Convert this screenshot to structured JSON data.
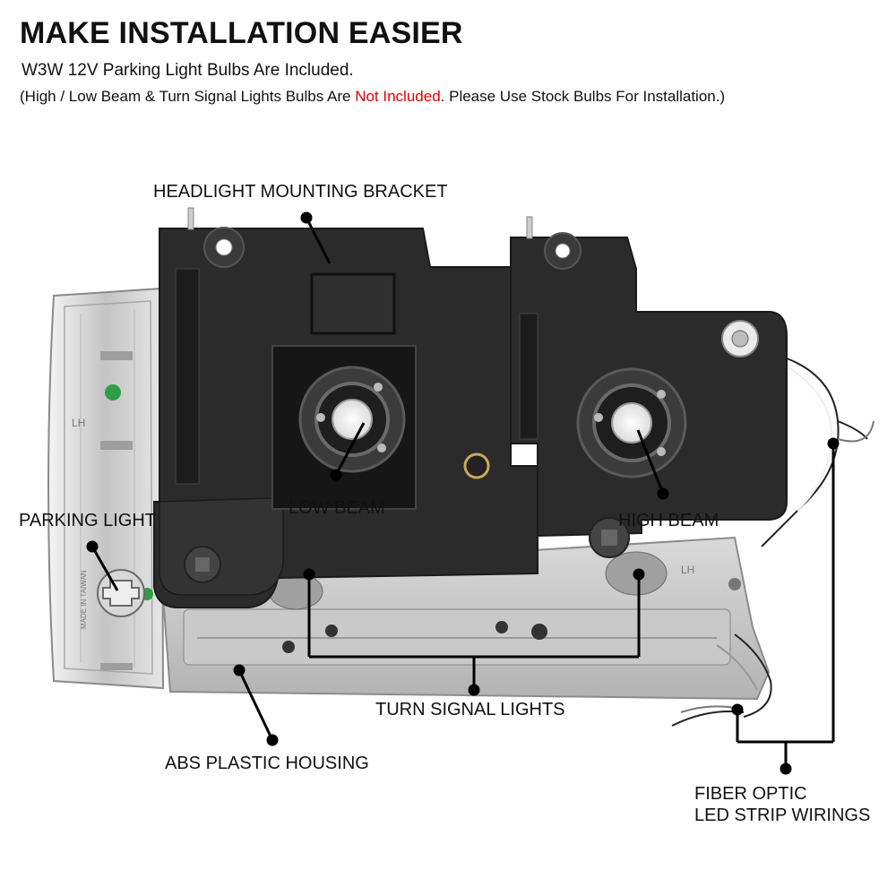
{
  "header": {
    "title": "MAKE INSTALLATION EASIER",
    "line1": "W3W 12V Parking Light Bulbs Are Included.",
    "line2_pre": "(High / Low Beam & Turn Signal Lights Bulbs Are ",
    "line2_red": "Not Included",
    "line2_post": ". Please Use Stock Bulbs For Installation.)"
  },
  "labels": {
    "bracket": "HEADLIGHT MOUNTING BRACKET",
    "parking": "PARKING LIGHT",
    "low_beam": "LOW BEAM",
    "high_beam": "HIGH BEAM",
    "turn_signal": "TURN SIGNAL LIGHTS",
    "housing": "ABS PLASTIC HOUSING",
    "fiber_line1": "FIBER OPTIC",
    "fiber_line2": "LED STRIP WIRINGS"
  },
  "part_markings": {
    "side": "LH",
    "made_in": "MADE IN TAIWAN"
  },
  "colors": {
    "accent_red": "#e00000",
    "bracket": "#2b2b2b",
    "chrome": "#c9c9c9"
  }
}
